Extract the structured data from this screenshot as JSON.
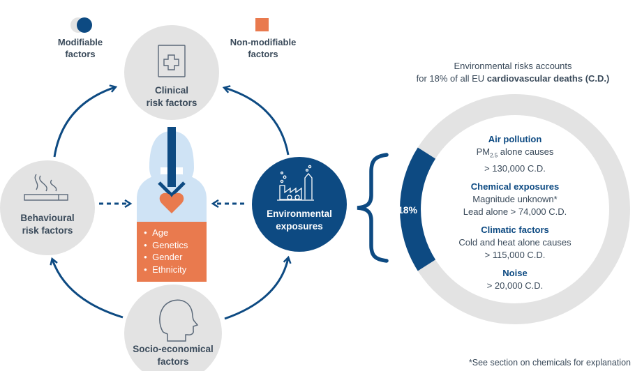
{
  "legend": {
    "modifiable": "Modifiable\nfactors",
    "non_modifiable": "Non-modifiable\nfactors"
  },
  "nodes": {
    "clinical": "Clinical\nrisk factors",
    "behavioural": "Behavioural\nrisk factors",
    "socio": "Socio-economical\nfactors",
    "environmental": "Environmental\nexposures"
  },
  "non_modifiable_list": [
    "Age",
    "Genetics",
    "Gender",
    "Ethnicity"
  ],
  "intro": {
    "line1": "Environmental risks accounts",
    "line2_prefix": "for 18% of all EU ",
    "line2_bold": "cardiovascular deaths (C.D.)"
  },
  "donut": {
    "percent_label": "18%",
    "fraction": 0.18,
    "items": [
      {
        "title": "Air pollution",
        "line1_prefix": "PM",
        "line1_sub": "2.5",
        "line1_suffix": " alone causes",
        "line2": "> 130,000 C.D."
      },
      {
        "title": "Chemical exposures",
        "line1": "Magnitude unknown*",
        "line2": "Lead alone > 74,000 C.D."
      },
      {
        "title": "Climatic factors",
        "line1": "Cold and heat alone causes",
        "line2": "> 115,000 C.D."
      },
      {
        "title": "Noise",
        "line1": "> 20,000 C.D."
      }
    ]
  },
  "footnote": "*See section on chemicals for explanation",
  "colors": {
    "navy": "#0d4a82",
    "orange": "#e97a4e",
    "grey": "#e3e3e3",
    "light_blue": "#cfe3f5",
    "text": "#3a4a5a"
  }
}
